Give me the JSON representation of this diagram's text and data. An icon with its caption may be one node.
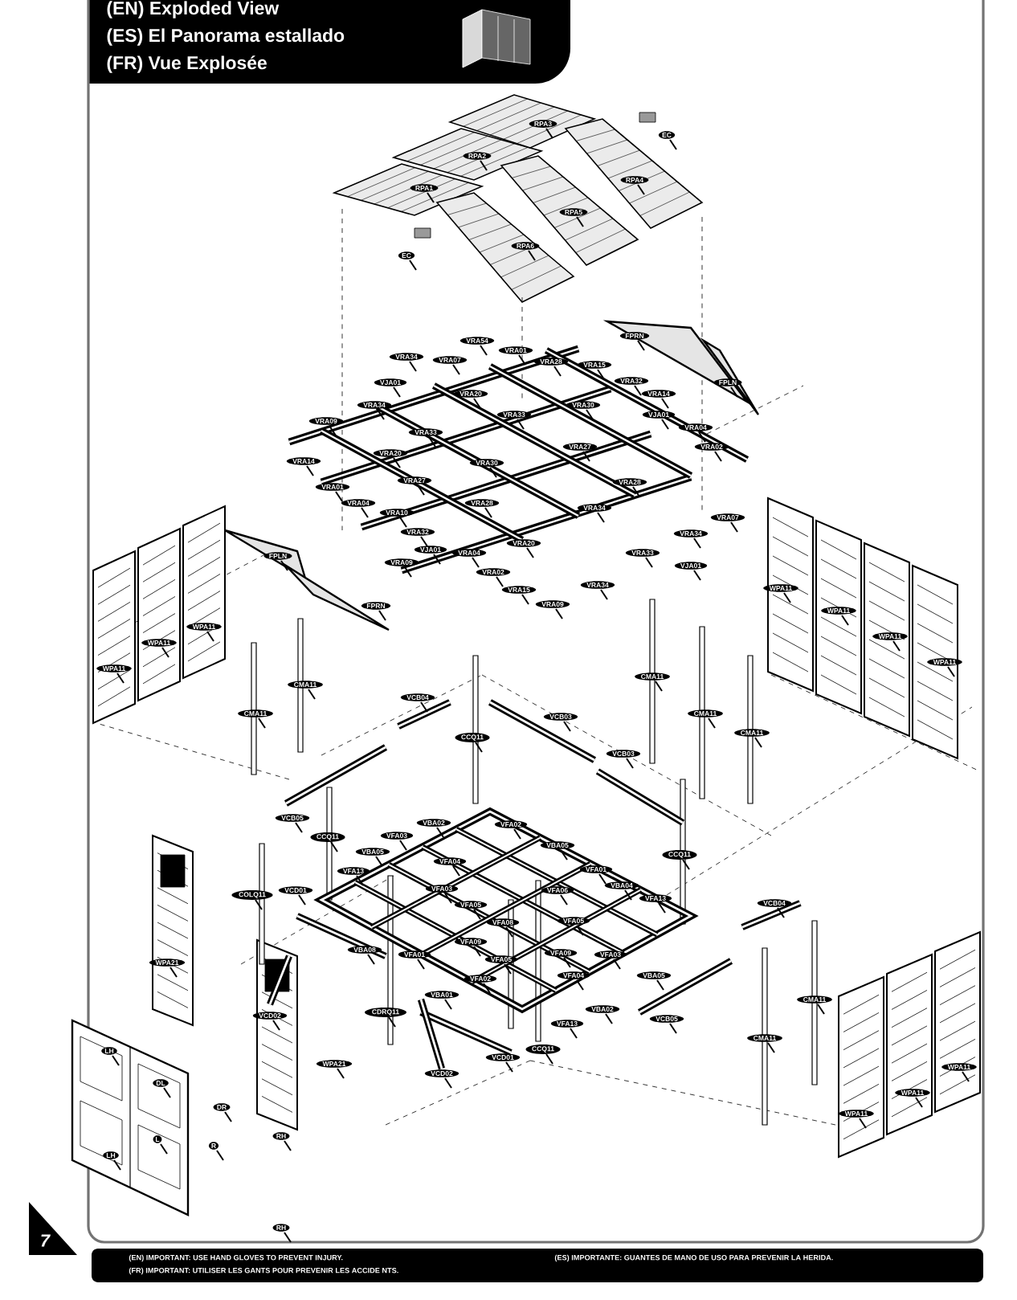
{
  "diagram": {
    "labels": [
      "(EN) Exploded View",
      "(ES) El Panorama estallado",
      "(FR) Vue Explosée",
      "RPA3",
      "EC",
      "RPA2",
      "RPA4",
      "RPA1",
      "RPA5",
      "RPA6",
      "EC",
      "FPRN",
      "VRA54",
      "VRA01",
      "VRA34",
      "VRA07",
      "VRA28",
      "VRA15",
      "FPLN",
      "VRA32",
      "VJA01",
      "VRA20",
      "VRA14",
      "VRA34",
      "VRA30",
      "VRA33",
      "VJA01",
      "VRA09",
      "VRA04",
      "VRA33",
      "VRA02",
      "VRA27",
      "VRA20",
      "VRA14",
      "VRA30",
      "VRA27",
      "VRA28",
      "VRA01",
      "VRA04",
      "VRA28",
      "VRA34",
      "VRA10",
      "VRA07",
      "VRA32",
      "VRA34",
      "VRA20",
      "VJA01",
      "VRA04",
      "VRA33",
      "FPLN",
      "VRA09",
      "VJA01",
      "VRA02",
      "VRA34",
      "VRA15",
      "WPA11",
      "VRA09",
      "FPRN",
      "WPA11",
      "WPA11",
      "WPA11",
      "WPA11",
      "WPA11",
      "WPA11",
      "CMA11",
      "CMA11",
      "VCB04",
      "CMA11",
      "CMA11",
      "VCB03",
      "CMA11",
      "CCQ11",
      "VCB03",
      "VCB05",
      "VBA02",
      "VFA02",
      "VFA03",
      "CCQ11",
      "VBA05",
      "VBA05",
      "CCQ11",
      "VFA04",
      "VFA01",
      "VFA13",
      "VBA04",
      "VFA03",
      "VCD01",
      "VFA06",
      "COLQ11",
      "VFA13",
      "VCB04",
      "VFA05",
      "VFA05",
      "VFA08",
      "VFA09",
      "VBA08",
      "VFA09",
      "VFA01",
      "VFA03",
      "VFA05",
      "WPA21",
      "VFA04",
      "VBA05",
      "VFA02",
      "VBA01",
      "CMA11",
      "VBA02",
      "CDRQ11",
      "VCD02",
      "VCB05",
      "VFA13",
      "CMA11",
      "CCQ11",
      "LH",
      "VCD01",
      "WPA21",
      "WPA11",
      "VCD02",
      "DL",
      "WPA11",
      "DR",
      "WPA11",
      "RH",
      "L",
      "R",
      "LH",
      "RH",
      "7",
      "(EN) IMPORTANT: USE HAND GLOVES TO PREVENT INJURY.",
      "(FR) IMPORTANT: UTILISER LES GANTS POUR PREVENIR LES ACCIDE NTS.",
      "(ES) IMPORTANTE: GUANTES DE MANO DE USO PARA PREVENIR LA HERIDA."
    ]
  }
}
